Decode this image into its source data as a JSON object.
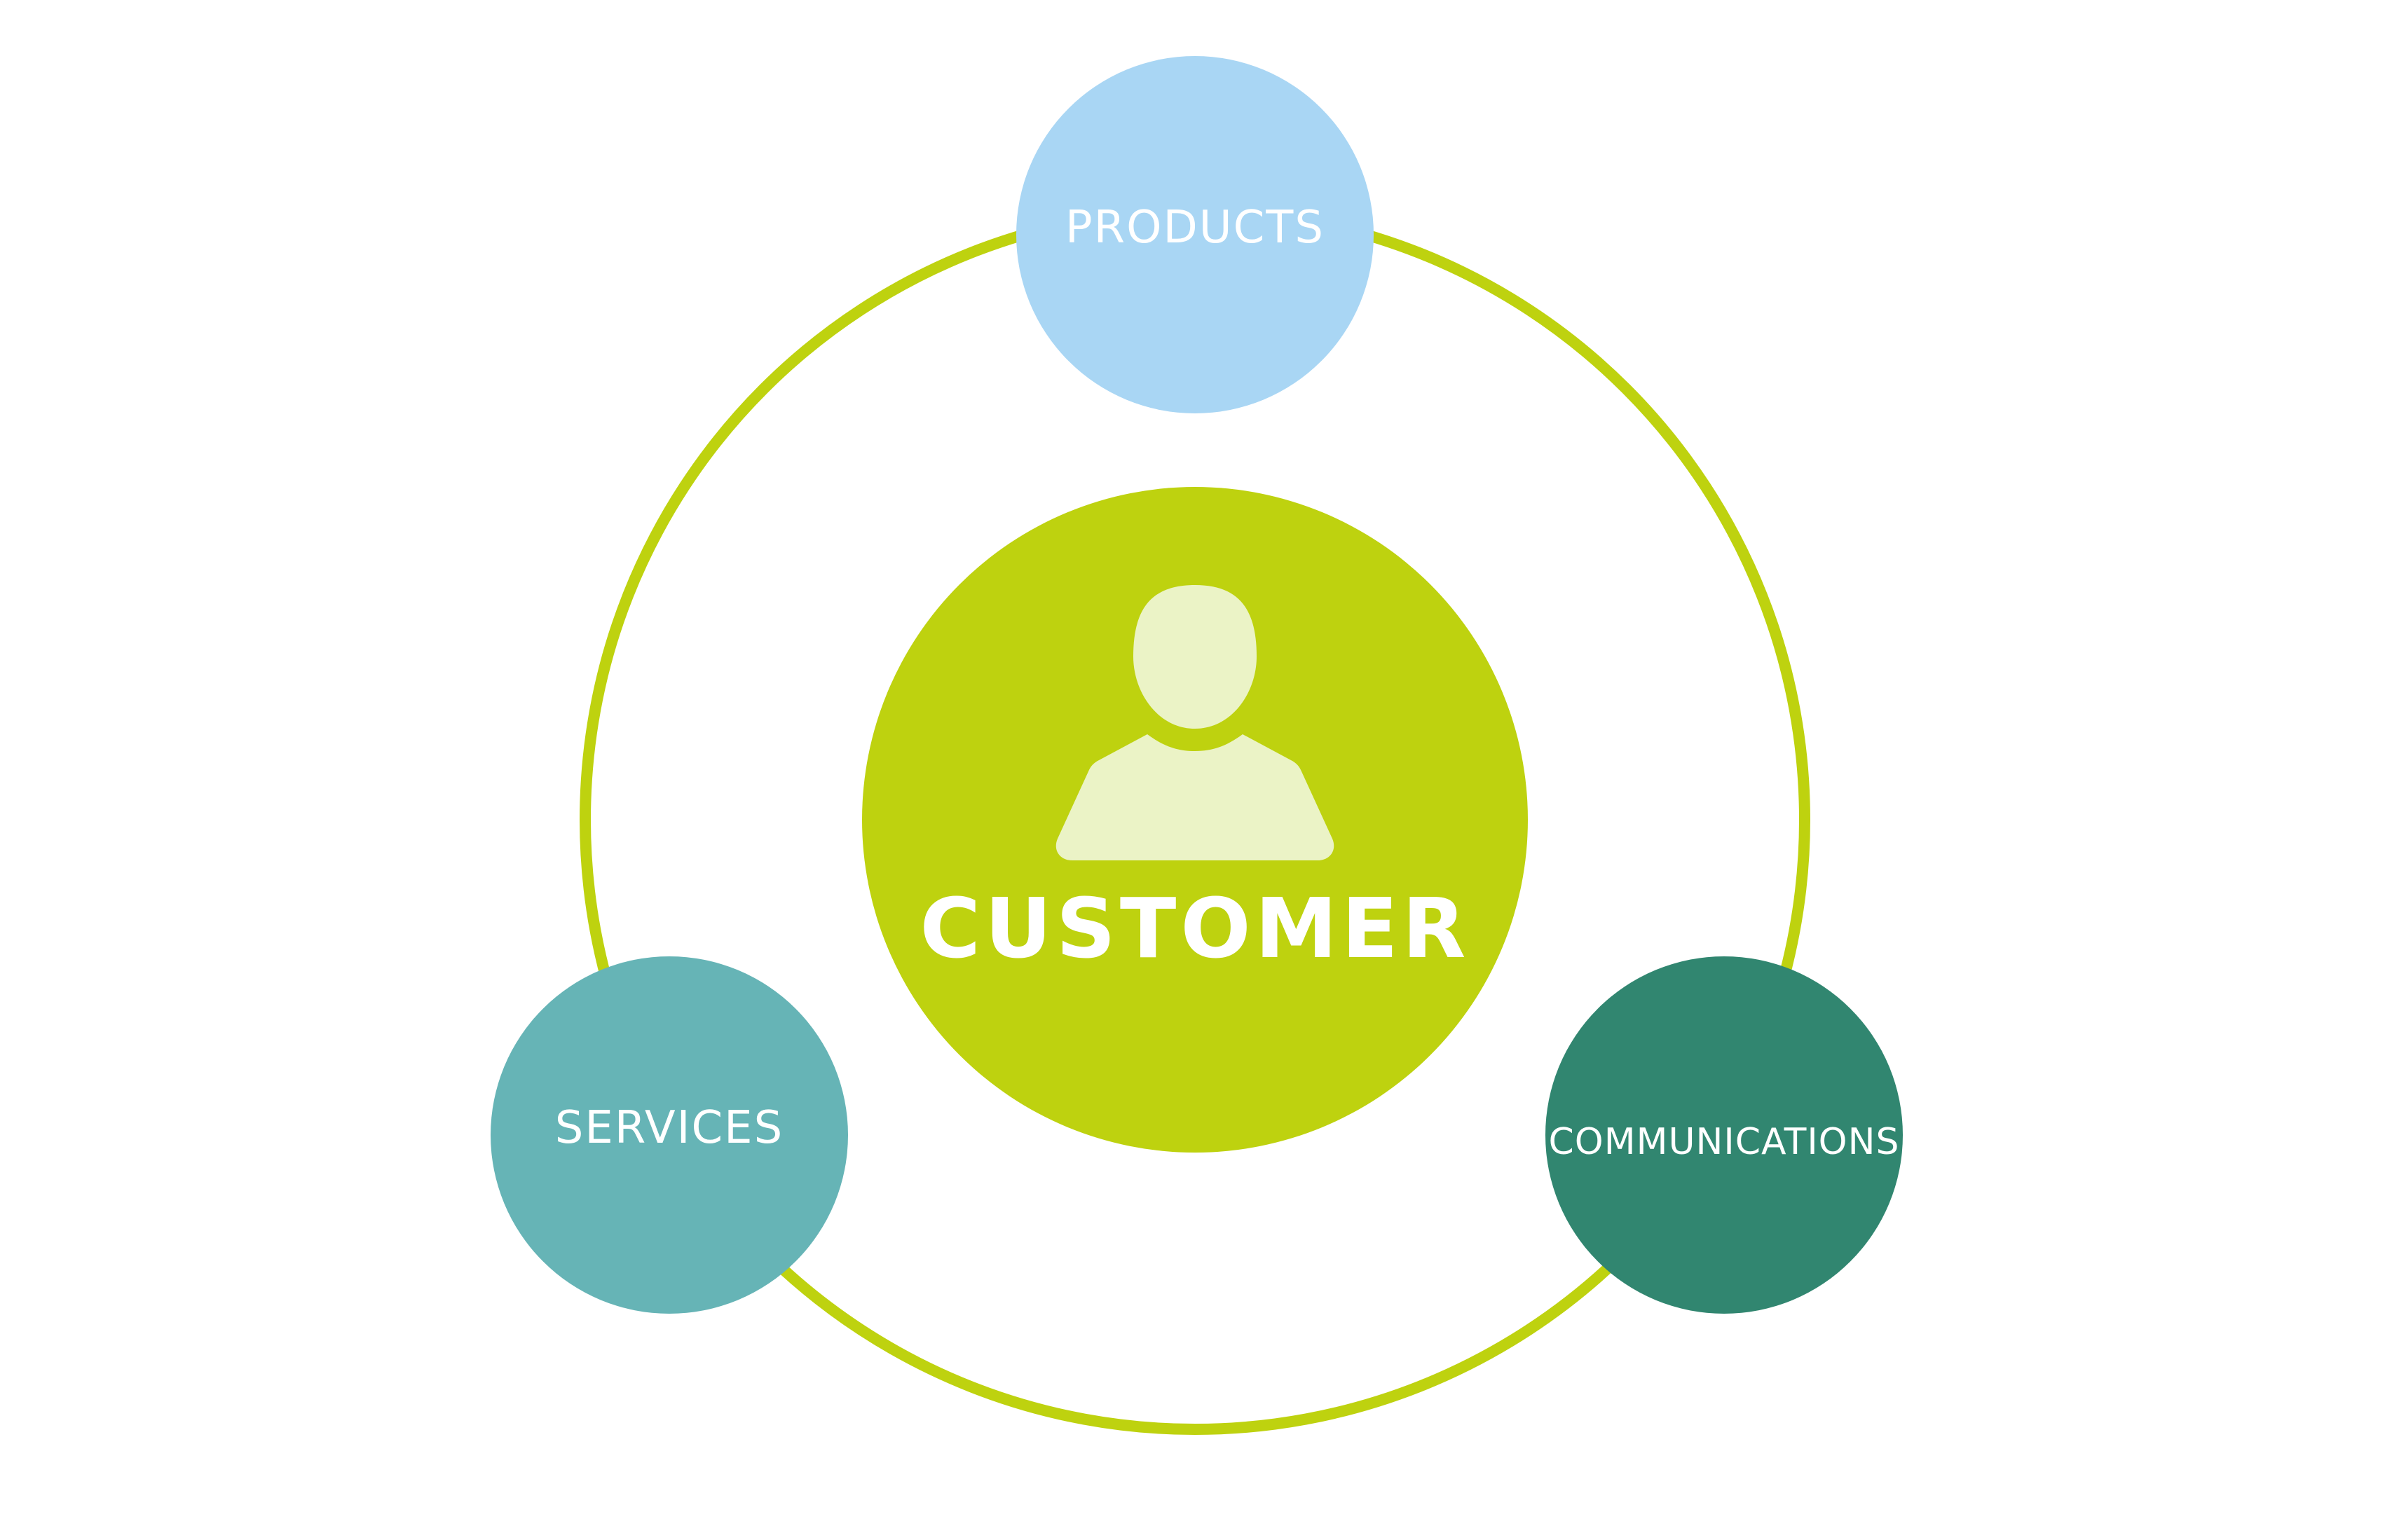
{
  "center": {
    "label": "CUSTOMER",
    "icon": "person-icon",
    "color": "#bed20f",
    "icon_color": "#ebf3c6"
  },
  "ring": {
    "color": "#bed20f"
  },
  "nodes": [
    {
      "id": "products",
      "label": "PRODUCTS",
      "color": "#a9d6f4"
    },
    {
      "id": "services",
      "label": "SERVICES",
      "color": "#66b4b6"
    },
    {
      "id": "communications",
      "label": "COMMUNICATIONS",
      "color": "#318670"
    }
  ],
  "text_color": "#ffffff"
}
